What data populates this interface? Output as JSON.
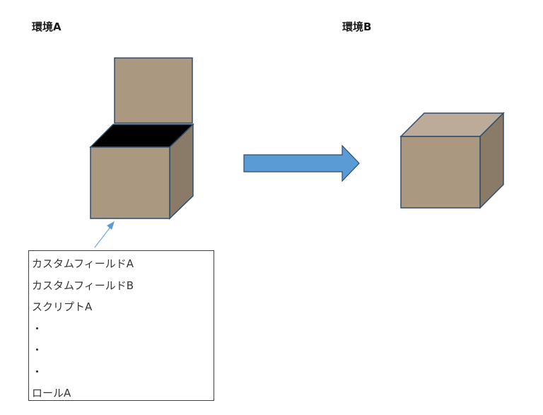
{
  "environments": {
    "source": {
      "label": "環境A"
    },
    "target": {
      "label": "環境B"
    }
  },
  "contents_list": {
    "items": [
      "カスタムフィールドA",
      "カスタムフィールドB",
      "スクリプトA",
      "・",
      "・",
      "・",
      "ロールA"
    ]
  },
  "colors": {
    "box_front": "#ab9881",
    "box_top": "#bcab98",
    "box_side": "#8a7b68",
    "box_outline": "#2f4c68",
    "box_interior": "#000000",
    "arrow_fill": "#5b9bd5",
    "arrow_outline": "#2f4c68",
    "pointer_line": "#6fa8dc"
  }
}
